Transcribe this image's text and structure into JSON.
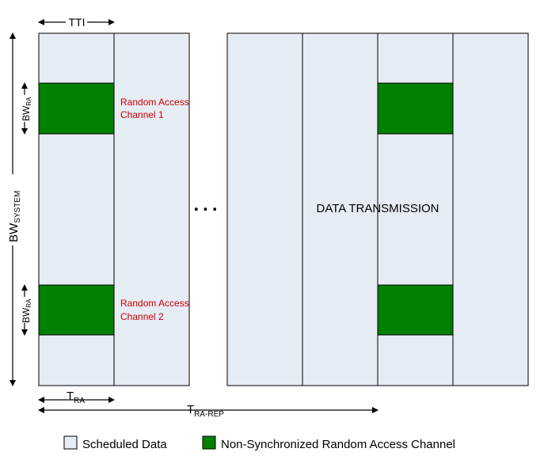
{
  "colors": {
    "scheduled_data": "#e6ecf4",
    "random_access": "#008000",
    "outline": "#000000",
    "channel_label": "#cc0000"
  },
  "labels": {
    "tti": "TTI",
    "bw_system_main": "BW",
    "bw_system_sub": "SYSTEM",
    "bw_ra_main": "BW",
    "bw_ra_sub": "RA",
    "t_ra_main": "T",
    "t_ra_sub": "RA",
    "t_ra_rep_main": "T",
    "t_ra_rep_sub": "RA-REP",
    "channel_1_line1": "Random Access",
    "channel_1_line2": "Channel 1",
    "channel_2_line1": "Random Access",
    "channel_2_line2": "Channel 2",
    "ellipsis": "...",
    "data_transmission": "DATA TRANSMISSION"
  },
  "legend": {
    "items": [
      {
        "label": "Scheduled Data",
        "color_key": "scheduled_data"
      },
      {
        "label": "Non-Synchronized Random Access Channel",
        "color_key": "random_access"
      }
    ]
  }
}
